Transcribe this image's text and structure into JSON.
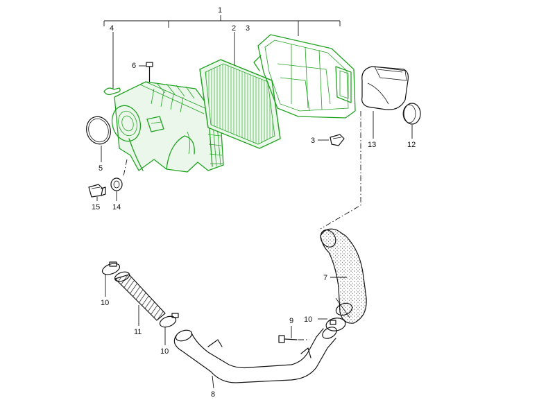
{
  "accent_color": "#1fa31f",
  "ink_color": "#111111",
  "callouts": {
    "c1": "1",
    "c2": "2",
    "c3a": "3",
    "c3b": "3",
    "c4": "4",
    "c5": "5",
    "c6": "6",
    "c7": "7",
    "c8": "8",
    "c9": "9",
    "c10a": "10",
    "c10b": "10",
    "c10c": "10",
    "c11": "11",
    "c12": "12",
    "c13": "13",
    "c14": "14",
    "c15": "15"
  }
}
